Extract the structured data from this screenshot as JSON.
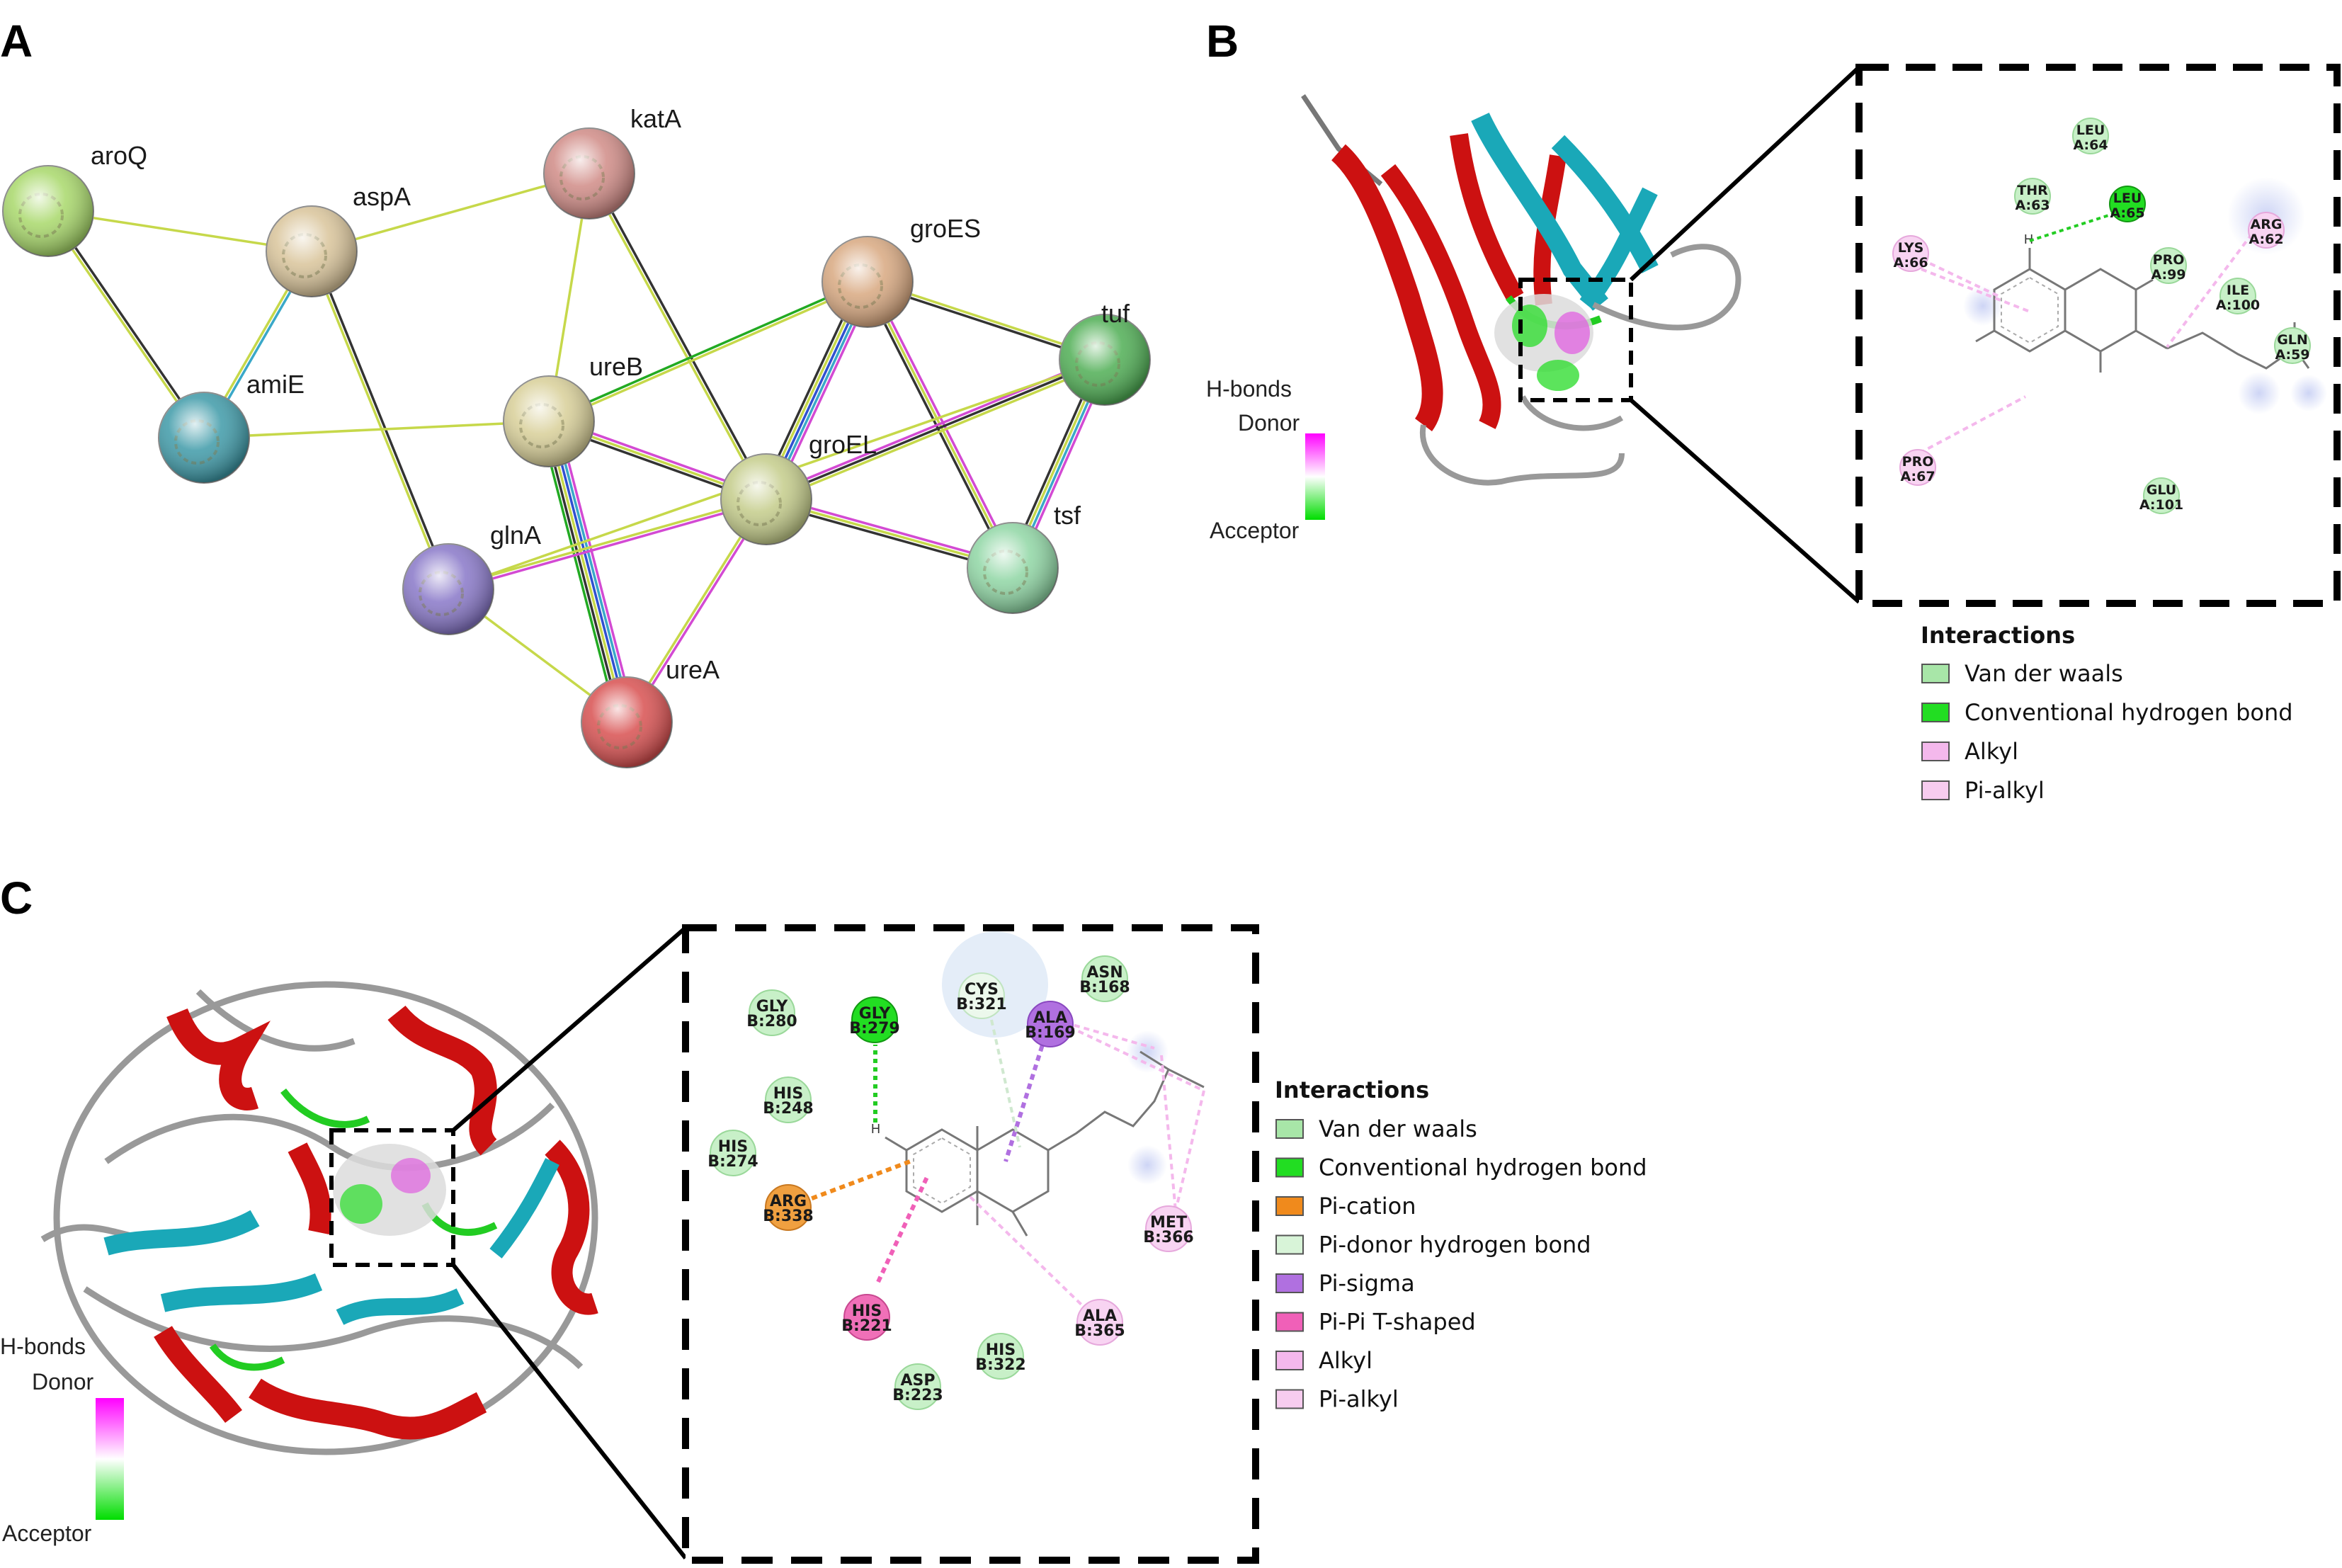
{
  "panels": {
    "a": {
      "letter": "A"
    },
    "b": {
      "letter": "B"
    },
    "c": {
      "letter": "C"
    }
  },
  "network": {
    "nodes": [
      {
        "id": "aroQ",
        "label": "aroQ",
        "color": "#a8d86a"
      },
      {
        "id": "aspA",
        "label": "aspA",
        "color": "#d9c49a"
      },
      {
        "id": "katA",
        "label": "katA",
        "color": "#d08b86"
      },
      {
        "id": "amiE",
        "label": "amiE",
        "color": "#3e9aa8"
      },
      {
        "id": "ureB",
        "label": "ureB",
        "color": "#d8cf98"
      },
      {
        "id": "groES",
        "label": "groES",
        "color": "#d8a880"
      },
      {
        "id": "tuf",
        "label": "tuf",
        "color": "#4fae54"
      },
      {
        "id": "groEL",
        "label": "groEL",
        "color": "#c4cc8a"
      },
      {
        "id": "glnA",
        "label": "glnA",
        "color": "#8877c8"
      },
      {
        "id": "tsf",
        "label": "tsf",
        "color": "#8fd6a4"
      },
      {
        "id": "ureA",
        "label": "ureA",
        "color": "#d85050"
      }
    ],
    "edge_colors": {
      "textmining": "#c6d84a",
      "coexpression": "#333333",
      "experiments": "#d34ad3",
      "database": "#3aa8c8",
      "neighborhood": "#22aa22",
      "cooccurrence": "#3050d0"
    }
  },
  "panel_b": {
    "hbonds": {
      "title": "H-bonds",
      "donor": "Donor",
      "acceptor": "Acceptor"
    },
    "residues": [
      {
        "name": "LEU",
        "id": "A:64",
        "type": "vdw"
      },
      {
        "name": "THR",
        "id": "A:63",
        "type": "vdw"
      },
      {
        "name": "LEU",
        "id": "A:65",
        "type": "hbond"
      },
      {
        "name": "ARG",
        "id": "A:62",
        "type": "alkyl"
      },
      {
        "name": "LYS",
        "id": "A:66",
        "type": "alkyl"
      },
      {
        "name": "PRO",
        "id": "A:99",
        "type": "vdw"
      },
      {
        "name": "ILE",
        "id": "A:100",
        "type": "vdw"
      },
      {
        "name": "GLN",
        "id": "A:59",
        "type": "vdw"
      },
      {
        "name": "PRO",
        "id": "A:67",
        "type": "alkyl"
      },
      {
        "name": "GLU",
        "id": "A:101",
        "type": "vdw"
      }
    ],
    "atom_h": "H",
    "legend": {
      "title": "Interactions",
      "items": [
        {
          "label": "Van der waals",
          "color": "#a8e6a8"
        },
        {
          "label": "Conventional hydrogen bond",
          "color": "#22dd22"
        },
        {
          "label": "Alkyl",
          "color": "#f4b8ec"
        },
        {
          "label": "Pi-alkyl",
          "color": "#f7ccef"
        }
      ]
    }
  },
  "panel_c": {
    "hbonds": {
      "title": "H-bonds",
      "donor": "Donor",
      "acceptor": "Acceptor"
    },
    "residues": [
      {
        "name": "GLY",
        "id": "B:280",
        "type": "vdw"
      },
      {
        "name": "GLY",
        "id": "B:279",
        "type": "hbond"
      },
      {
        "name": "CYS",
        "id": "B:321",
        "type": "pidonor"
      },
      {
        "name": "ASN",
        "id": "B:168",
        "type": "vdw"
      },
      {
        "name": "ALA",
        "id": "B:169",
        "type": "pisigma"
      },
      {
        "name": "HIS",
        "id": "B:248",
        "type": "vdw"
      },
      {
        "name": "HIS",
        "id": "B:274",
        "type": "vdw"
      },
      {
        "name": "ARG",
        "id": "B:338",
        "type": "pication"
      },
      {
        "name": "MET",
        "id": "B:366",
        "type": "alkyl"
      },
      {
        "name": "HIS",
        "id": "B:221",
        "type": "pipi"
      },
      {
        "name": "ALA",
        "id": "B:365",
        "type": "alkyl"
      },
      {
        "name": "HIS",
        "id": "B:322",
        "type": "vdw"
      },
      {
        "name": "ASP",
        "id": "B:223",
        "type": "vdw"
      }
    ],
    "atom_h": "H",
    "legend": {
      "title": "Interactions",
      "items": [
        {
          "label": "Van der waals",
          "color": "#a8e6a8"
        },
        {
          "label": "Conventional hydrogen bond",
          "color": "#22dd22"
        },
        {
          "label": "Pi-cation",
          "color": "#f08a1c"
        },
        {
          "label": "Pi-donor hydrogen bond",
          "color": "#d8f4d8"
        },
        {
          "label": "Pi-sigma",
          "color": "#b070e0"
        },
        {
          "label": "Pi-Pi T-shaped",
          "color": "#f060b8"
        },
        {
          "label": "Alkyl",
          "color": "#f4b8ec"
        },
        {
          "label": "Pi-alkyl",
          "color": "#f7ccef"
        }
      ]
    }
  }
}
